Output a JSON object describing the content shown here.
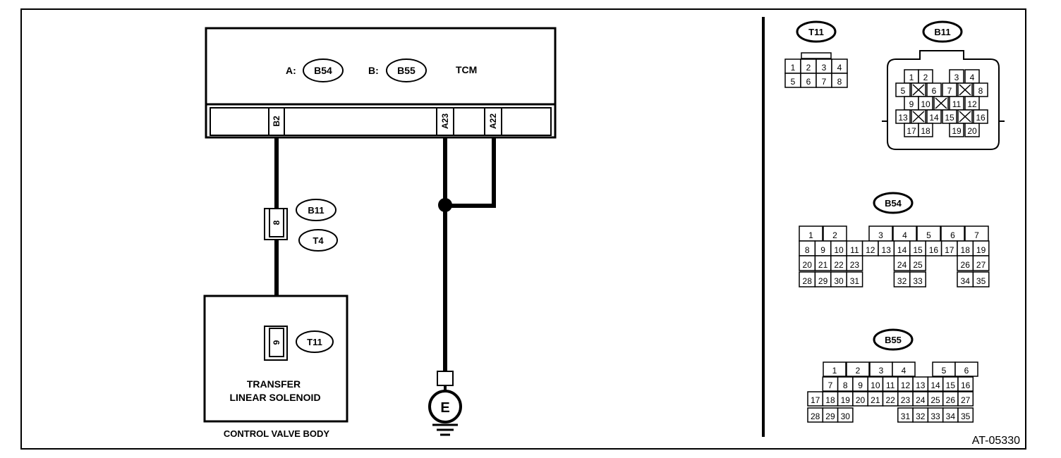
{
  "tcm": {
    "connector_a_prefix": "A:",
    "connector_a": "B54",
    "connector_b_prefix": "B:",
    "connector_b": "B55",
    "name": "TCM",
    "terminals": [
      "B2",
      "A23",
      "A22"
    ]
  },
  "inline_connector": {
    "pin": "8",
    "labels": [
      "B11",
      "T4"
    ]
  },
  "solenoid": {
    "pin": "9",
    "connector": "T11",
    "name_line1": "TRANSFER",
    "name_line2": "LINEAR SOLENOID",
    "housing": "CONTROL VALVE BODY"
  },
  "ground": {
    "label": "E"
  },
  "diagram_id": "AT-05330",
  "connectors": {
    "t11": {
      "label": "T11",
      "rows": [
        [
          "1",
          "2",
          "3",
          "4"
        ],
        [
          "5",
          "6",
          "7",
          "8"
        ]
      ]
    },
    "b11": {
      "label": "B11",
      "rows": [
        [
          "1",
          "2",
          "",
          "3",
          "4"
        ],
        [
          "5",
          "X",
          "6",
          "7",
          "X",
          "8"
        ],
        [
          "9",
          "10",
          "X",
          "11",
          "12"
        ],
        [
          "13",
          "X",
          "14",
          "15",
          "X",
          "16"
        ],
        [
          "17",
          "18",
          "",
          "19",
          "20"
        ]
      ]
    },
    "b54": {
      "label": "B54",
      "rows": [
        [
          "1",
          "2",
          "3",
          "4",
          "5",
          "6",
          "7"
        ],
        [
          "8",
          "9",
          "10",
          "11",
          "12",
          "13",
          "14",
          "15",
          "16",
          "17",
          "18",
          "19"
        ],
        [
          "20",
          "21",
          "22",
          "23",
          "24",
          "25",
          "26",
          "27"
        ],
        [
          "28",
          "29",
          "30",
          "31",
          "32",
          "33",
          "34",
          "35"
        ]
      ]
    },
    "b55": {
      "label": "B55",
      "rows": [
        [
          "1",
          "2",
          "3",
          "4",
          "5",
          "6"
        ],
        [
          "7",
          "8",
          "9",
          "10",
          "11",
          "12",
          "13",
          "14",
          "15",
          "16"
        ],
        [
          "17",
          "18",
          "19",
          "20",
          "21",
          "22",
          "23",
          "24",
          "25",
          "26",
          "27"
        ],
        [
          "28",
          "29",
          "30",
          "31",
          "32",
          "33",
          "34",
          "35"
        ]
      ]
    }
  }
}
